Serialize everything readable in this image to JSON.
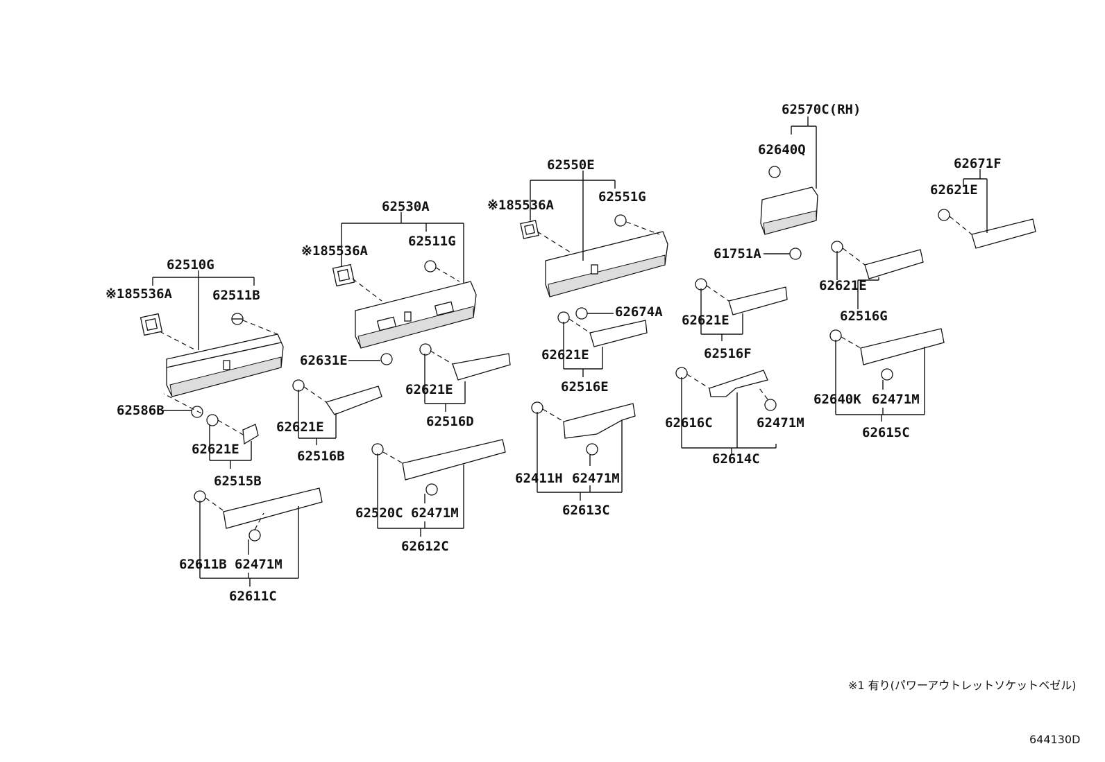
{
  "labels": {
    "p62510G": "62510G",
    "p85536A_1": "※185536A",
    "p62511B": "62511B",
    "p62586B": "62586B",
    "p62621E_1": "62621E",
    "p62515B": "62515B",
    "p62611B": "62611B",
    "p62471M_1": "62471M",
    "p62611C": "62611C",
    "p62530A": "62530A",
    "p85536A_2": "※185536A",
    "p62511G": "62511G",
    "p62631E": "62631E",
    "p62621E_2": "62621E",
    "p62516B": "62516B",
    "p62621E_3": "62621E",
    "p62516D": "62516D",
    "p62520C": "62520C",
    "p62471M_2": "62471M",
    "p62612C": "62612C",
    "p62550E": "62550E",
    "p85536A_3": "※185536A",
    "p62551G": "62551G",
    "p62674A": "62674A",
    "p62621E_4": "62621E",
    "p62516E": "62516E",
    "p62411H": "62411H",
    "p62471M_3": "62471M",
    "p62613C": "62613C",
    "p62570C": "62570C(RH)",
    "p62640Q": "62640Q",
    "p61751A": "61751A",
    "p62621E_5": "62621E",
    "p62516F": "62516F",
    "p62616C": "62616C",
    "p62471M_4": "62471M",
    "p62614C": "62614C",
    "p62671F": "62671F",
    "p62621E_6": "62621E",
    "p62621E_7": "62621E",
    "p62516G": "62516G",
    "p62640K": "62640K",
    "p62471M_5": "62471M",
    "p62615C": "62615C"
  },
  "footnote": "※1 有り(パワーアウトレットソケットベゼル)",
  "diagram_id": "644130D"
}
